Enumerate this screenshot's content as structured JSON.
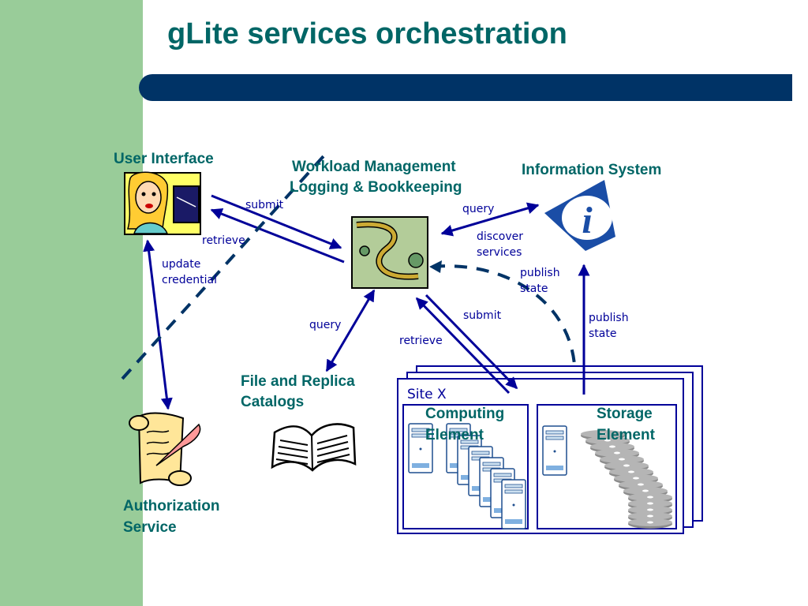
{
  "slide": {
    "title": "gLite services orchestration"
  },
  "nodes": {
    "user_interface": "User Interface",
    "workload_management_line1": "Workload Management",
    "workload_management_line2": "Logging & Bookkeeping",
    "information_system": "Information System",
    "file_catalogs_line1": "File and Replica",
    "file_catalogs_line2": "Catalogs",
    "authorization_line1": "Authorization",
    "authorization_line2": "Service",
    "site": "Site X",
    "computing_line1": "Computing",
    "computing_line2": "Element",
    "storage_line1": "Storage",
    "storage_line2": "Element"
  },
  "edges": {
    "submit_ui": "submit",
    "retrieve_ui": "retrieve",
    "update_line1": "update",
    "update_line2": "credential",
    "query_is": "query",
    "discover_line1": "discover",
    "discover_line2": "services",
    "publish_ce_line1": "publish",
    "publish_ce_line2": "state",
    "query_catalog": "query",
    "submit_ce": "submit",
    "retrieve_ce": "retrieve",
    "publish_se_line1": "publish",
    "publish_se_line2": "state"
  },
  "icons": {
    "user": "user-at-computer-icon",
    "workload": "puzzle-icon",
    "information": "info-eye-icon",
    "catalog": "open-book-icon",
    "authorization": "scroll-quill-icon",
    "server": "server-tower-icon",
    "disk": "disk-stack-icon"
  },
  "colors": {
    "sidebar": "#99cc99",
    "title": "#006666",
    "bar": "#003366",
    "arrow": "#000099",
    "label": "#006666"
  }
}
